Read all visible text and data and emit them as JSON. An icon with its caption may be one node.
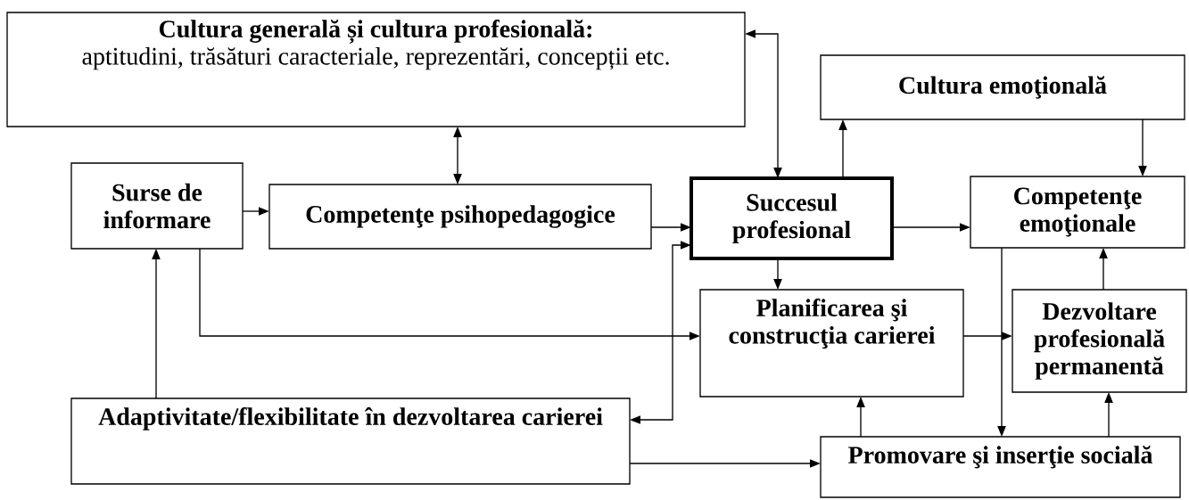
{
  "diagram": {
    "nodes": [
      {
        "text": [
          "Cultura generală și cultura profesională:",
          "aptitudini, trăsături caracteriale, reprezentări, concepții etc."
        ]
      },
      {
        "text": [
          "Cultura emoţională"
        ]
      },
      {
        "text": [
          "Surse de informare"
        ]
      },
      {
        "text": [
          "Competenţe psihopedagogice"
        ]
      },
      {
        "text": [
          "Succesul profesional"
        ]
      },
      {
        "text": [
          "Competenţe emoţionale"
        ]
      },
      {
        "text": [
          "Planificarea şi construcţia carierei"
        ]
      },
      {
        "text": [
          "Dezvoltare profesională permanentă"
        ]
      },
      {
        "text": [
          "Adaptivitate/flexibilitate în dezvoltarea carierei"
        ]
      },
      {
        "text": [
          "Promovare şi inserţie socială"
        ]
      }
    ],
    "edges": [
      {
        "from": 0,
        "to": 3,
        "arrow": "both"
      },
      {
        "from": 4,
        "to": 0,
        "arrow": "both"
      },
      {
        "from": 4,
        "to": 1,
        "arrow": "to"
      },
      {
        "from": 1,
        "to": 5,
        "arrow": "to"
      },
      {
        "from": 2,
        "to": 3,
        "arrow": "to"
      },
      {
        "from": 3,
        "to": 4,
        "arrow": "to"
      },
      {
        "from": 8,
        "to": 4,
        "arrow": "both"
      },
      {
        "from": 4,
        "to": 5,
        "arrow": "to"
      },
      {
        "from": 4,
        "to": 6,
        "arrow": "to"
      },
      {
        "from": 2,
        "to": 6,
        "arrow": "to"
      },
      {
        "from": 6,
        "to": 7,
        "arrow": "to"
      },
      {
        "from": 7,
        "to": 5,
        "arrow": "to"
      },
      {
        "from": 5,
        "to": 9,
        "arrow": "to"
      },
      {
        "from": 9,
        "to": 6,
        "arrow": "to"
      },
      {
        "from": 9,
        "to": 7,
        "arrow": "to"
      },
      {
        "from": 8,
        "to": 9,
        "arrow": "to"
      },
      {
        "from": 8,
        "to": 2,
        "arrow": "to"
      }
    ]
  }
}
